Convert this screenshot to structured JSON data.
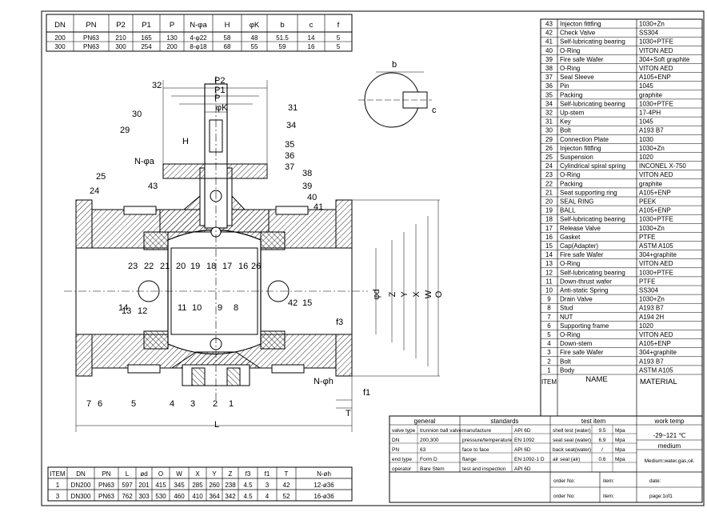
{
  "top_table": {
    "headers": [
      "DN",
      "PN",
      "P2",
      "P1",
      "P",
      "N-φa",
      "H",
      "φK",
      "b",
      "c",
      "f"
    ],
    "rows": [
      [
        "200",
        "PN63",
        "210",
        "165",
        "130",
        "4-φ22",
        "58",
        "48",
        "51.5",
        "14",
        "5"
      ],
      [
        "300",
        "PN63",
        "300",
        "254",
        "200",
        "8-φ18",
        "68",
        "55",
        "59",
        "16",
        "5"
      ]
    ]
  },
  "parts": [
    [
      "43",
      "Injecton fittfing",
      "1030+Zn"
    ],
    [
      "42",
      "Check Valve",
      "SS304"
    ],
    [
      "41",
      "Self-lubricating bearing",
      "1030+PTFE"
    ],
    [
      "40",
      "O-Ring",
      "VITON AED"
    ],
    [
      "39",
      "Fire safe Wafer",
      "304+Soft graphite"
    ],
    [
      "38",
      "O-Ring",
      "VITON AED"
    ],
    [
      "37",
      "Seal Sleeve",
      "A105+ENP"
    ],
    [
      "36",
      "Pin",
      "1045"
    ],
    [
      "35",
      "Packing",
      "graphite"
    ],
    [
      "34",
      "Self-lubricating bearing",
      "1030+PTFE"
    ],
    [
      "32",
      "Up-stem",
      "17-4PH"
    ],
    [
      "31",
      "Key",
      "1045"
    ],
    [
      "30",
      "Bolt",
      "A193 B7"
    ],
    [
      "29",
      "Connection Plate",
      "1030"
    ],
    [
      "26",
      "Injecton fittfing",
      "1030+Zn"
    ],
    [
      "25",
      "Suspension",
      "1020"
    ],
    [
      "24",
      "Cylindrical spiral spring",
      "INCONEL X-750"
    ],
    [
      "23",
      "O-Ring",
      "VITON AED"
    ],
    [
      "22",
      "Packing",
      "graphite"
    ],
    [
      "21",
      "Seat supporting ring",
      "A105+ENP"
    ],
    [
      "20",
      "SEAL RING",
      "PEEK"
    ],
    [
      "19",
      "BALL",
      "A105+ENP"
    ],
    [
      "18",
      "Self-lubricating bearing",
      "1030+PTFE"
    ],
    [
      "17",
      "Release Valve",
      "1030+Zn"
    ],
    [
      "16",
      "Gasket",
      "PTFE"
    ],
    [
      "15",
      "Cap(Adapter)",
      "ASTM A105"
    ],
    [
      "14",
      "Fire safe Wafer",
      "304+graphite"
    ],
    [
      "13",
      "O-Ring",
      "VITON AED"
    ],
    [
      "12",
      "Self-lubricating bearing",
      "1030+PTFE"
    ],
    [
      "11",
      "Down-thrust wafer",
      "PTFE"
    ],
    [
      "10",
      "Anti-static Spring",
      "SS304"
    ],
    [
      "9",
      "Drain Valve",
      "1030+Zn"
    ],
    [
      "8",
      "Stud",
      "A193 B7"
    ],
    [
      "7",
      "NUT",
      "A194 2H"
    ],
    [
      "6",
      "Supporting frame",
      "1020"
    ],
    [
      "5",
      "O-Ring",
      "VITON AED"
    ],
    [
      "4",
      "Down-stem",
      "A105+ENP"
    ],
    [
      "3",
      "Fire safe Wafer",
      "304+graphite"
    ],
    [
      "2",
      "Bolt",
      "A193 B7"
    ],
    [
      "1",
      "Body",
      "ASTM A105"
    ]
  ],
  "parts_footer": {
    "item": "ITEM",
    "name": "NAME",
    "material": "MATERIAL"
  },
  "bottom_table": {
    "headers": [
      "ITEM",
      "DN",
      "PN",
      "L",
      "ød",
      "O",
      "W",
      "X",
      "Y",
      "Z",
      "f3",
      "f1",
      "T",
      "N-øh"
    ],
    "rows": [
      [
        "1",
        "DN200",
        "PN63",
        "597",
        "201",
        "415",
        "345",
        "285",
        "260",
        "238",
        "4.5",
        "3",
        "42",
        "12-ø36"
      ],
      [
        "3",
        "DN300",
        "PN63",
        "762",
        "303",
        "530",
        "460",
        "410",
        "364",
        "342",
        "4.5",
        "4",
        "52",
        "16-ø36"
      ]
    ]
  },
  "spec_block": {
    "general_title": "general",
    "standards_title": "standards",
    "test_title": "test item",
    "work_temp_title": "work temp",
    "work_temp_value": "-29~121 ℃",
    "medium_title": "medium",
    "medium_value": "Medium:water,gas,oil.",
    "general": [
      [
        "valve type",
        "trunnion ball valve"
      ],
      [
        "DN",
        "200,300"
      ],
      [
        "PN",
        "63"
      ],
      [
        "end type",
        "Form D"
      ],
      [
        "operator",
        "Bare Stem"
      ]
    ],
    "standards": [
      [
        "manufacture",
        "API 6D"
      ],
      [
        "pressure/temperature",
        "EN 1092"
      ],
      [
        "face to face",
        "API 6D"
      ],
      [
        "flange",
        "EN 1092-1 D"
      ],
      [
        "test and inspection",
        "API 6D"
      ]
    ],
    "tests": [
      [
        "shell test (water)",
        "9.5",
        "Mpa"
      ],
      [
        "seat seal (water)",
        "6.9",
        "Mpa"
      ],
      [
        "back seat(water)",
        "/",
        "Mpa"
      ],
      [
        "air seal (air)",
        "0.6",
        "Mpa"
      ]
    ],
    "order_rows": [
      [
        "order No:",
        "item:",
        "date:"
      ],
      [
        "order No:",
        "item:",
        "page:1of1"
      ]
    ]
  },
  "dims": {
    "L": "L",
    "P2": "P2",
    "P1": "P1",
    "P": "P",
    "phiK": "φK",
    "H": "H",
    "Na": "N-φa",
    "b": "b",
    "c": "c",
    "f3": "f3",
    "f1": "f1",
    "T": "T",
    "Nh": "N-φh",
    "O": "O",
    "W": "W",
    "X": "X",
    "Y": "Y",
    "Z": "Z",
    "phid": "φd"
  },
  "callouts": [
    "32",
    "30",
    "29",
    "31",
    "34",
    "35",
    "36",
    "37",
    "38",
    "39",
    "40",
    "41",
    "25",
    "24",
    "43",
    "23",
    "22",
    "21",
    "20",
    "19",
    "18",
    "17",
    "16",
    "26",
    "42",
    "15",
    "14",
    "13",
    "12",
    "11",
    "10",
    "9",
    "8",
    "7",
    "6",
    "5",
    "4",
    "3",
    "2",
    "1"
  ]
}
